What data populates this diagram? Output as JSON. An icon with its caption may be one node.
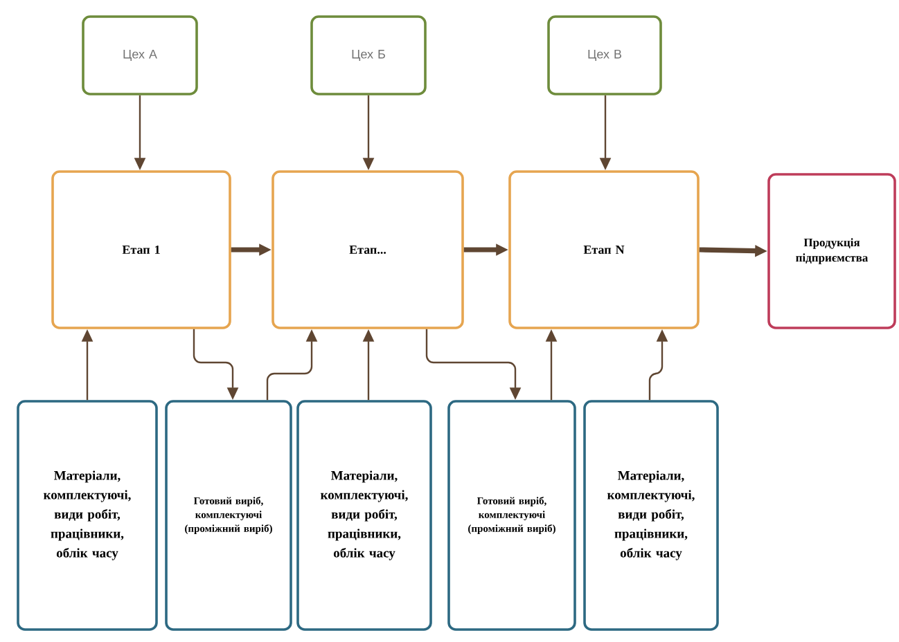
{
  "diagram": {
    "nodes": [
      {
        "text": [
          "Цех А"
        ]
      },
      {
        "text": [
          "Цех Б"
        ]
      },
      {
        "text": [
          "Цех В"
        ]
      },
      {
        "text": [
          "Етап 1"
        ]
      },
      {
        "text": [
          "Етап..."
        ]
      },
      {
        "text": [
          "Етап N"
        ]
      },
      {
        "text": [
          "Продукція підприємства"
        ]
      },
      {
        "text": [
          "Матеріали, комплектуючі, види робіт, працівники, облік часу"
        ]
      },
      {
        "text": [
          "Готовий виріб, комплектуючі (проміжний виріб)"
        ]
      },
      {
        "text": [
          "Матеріали, комплектуючі, види робіт, працівники, облік часу"
        ]
      },
      {
        "text": [
          "Готовий виріб, комплектуючі (проміжний виріб)"
        ]
      },
      {
        "text": [
          "Матеріали, комплектуючі, види робіт, працівники, облік часу"
        ]
      }
    ],
    "edges": [
      {
        "from": 0,
        "to": 3,
        "arrow": "to"
      },
      {
        "from": 1,
        "to": 4,
        "arrow": "to"
      },
      {
        "from": 2,
        "to": 5,
        "arrow": "to"
      },
      {
        "from": 3,
        "to": 4,
        "arrow": "to",
        "style": "thick"
      },
      {
        "from": 4,
        "to": 5,
        "arrow": "to",
        "style": "thick"
      },
      {
        "from": 5,
        "to": 6,
        "arrow": "to",
        "style": "thick"
      },
      {
        "from": 7,
        "to": 3,
        "arrow": "to"
      },
      {
        "from": 3,
        "to": 8,
        "arrow": "to"
      },
      {
        "from": 8,
        "to": 4,
        "arrow": "to"
      },
      {
        "from": 9,
        "to": 4,
        "arrow": "to"
      },
      {
        "from": 4,
        "to": 10,
        "arrow": "to"
      },
      {
        "from": 10,
        "to": 5,
        "arrow": "to"
      },
      {
        "from": 11,
        "to": 5,
        "arrow": "to"
      }
    ]
  }
}
